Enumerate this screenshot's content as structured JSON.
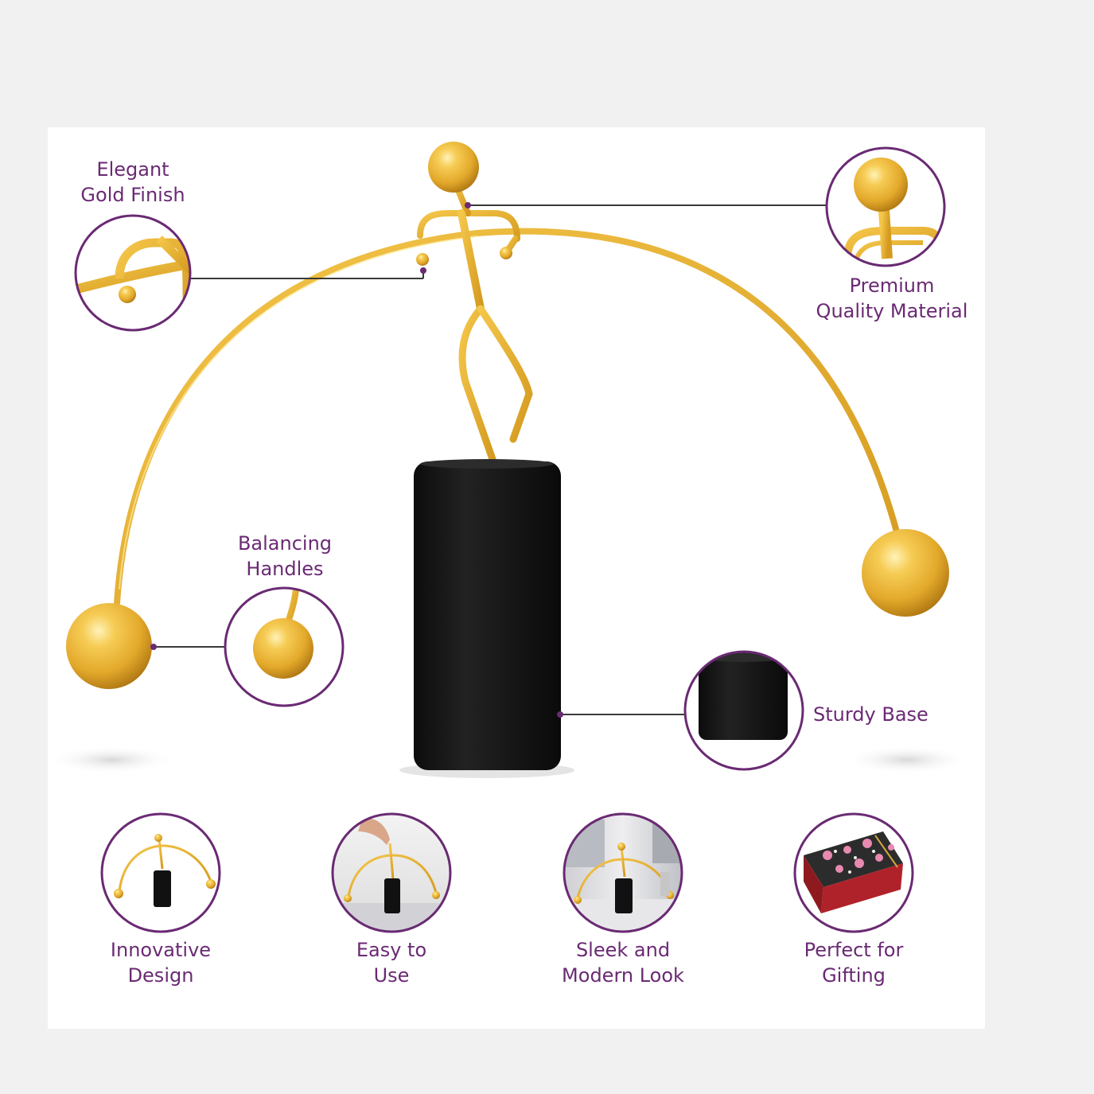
{
  "colors": {
    "accent": "#6a2a73",
    "gold": "#e3a92b",
    "gold_highlight": "#fff2b8",
    "base_black": "#161616",
    "background": "#f1f1f1",
    "panel": "#ffffff"
  },
  "callouts": {
    "elegant_gold_finish": {
      "line1": "Elegant",
      "line2": "Gold Finish"
    },
    "premium_quality_material": {
      "line1": "Premium",
      "line2": "Quality Material"
    },
    "balancing_handles": {
      "line1": "Balancing",
      "line2": "Handles"
    },
    "sturdy_base": {
      "line1": "Sturdy Base"
    }
  },
  "features": [
    {
      "line1": "Innovative",
      "line2": "Design"
    },
    {
      "line1": "Easy to",
      "line2": "Use"
    },
    {
      "line1": "Sleek and",
      "line2": "Modern Look"
    },
    {
      "line1": "Perfect for",
      "line2": "Gifting"
    }
  ]
}
